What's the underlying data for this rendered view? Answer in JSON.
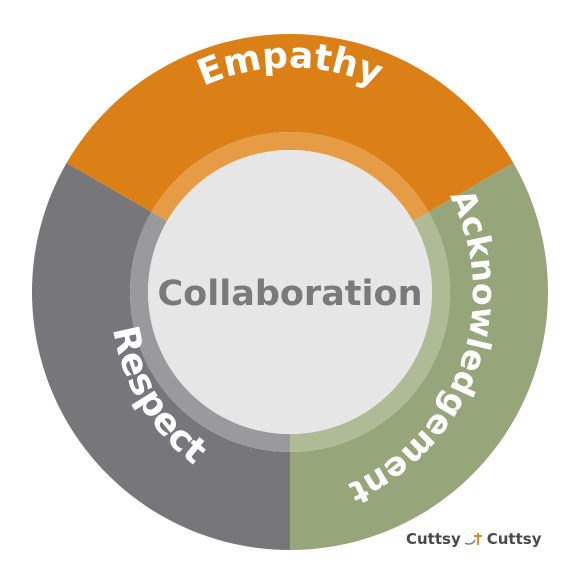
{
  "diagram": {
    "center_label": "Collaboration",
    "segments": [
      {
        "label": "Empathy",
        "color": "#db8016",
        "inner_color": "#e59c45"
      },
      {
        "label": "Acknowledgement",
        "color": "#96a67a",
        "inner_color": "#aebb95"
      },
      {
        "label": "Respect",
        "color": "#77777a",
        "inner_color": "#9a9a9c"
      }
    ],
    "center_color": "#e6e6e6",
    "center_text_color": "#7a7a7a"
  },
  "brand": {
    "name_left": "Cuttsy",
    "name_right": "Cuttsy",
    "mark_icon": "needle-thread-icon"
  }
}
